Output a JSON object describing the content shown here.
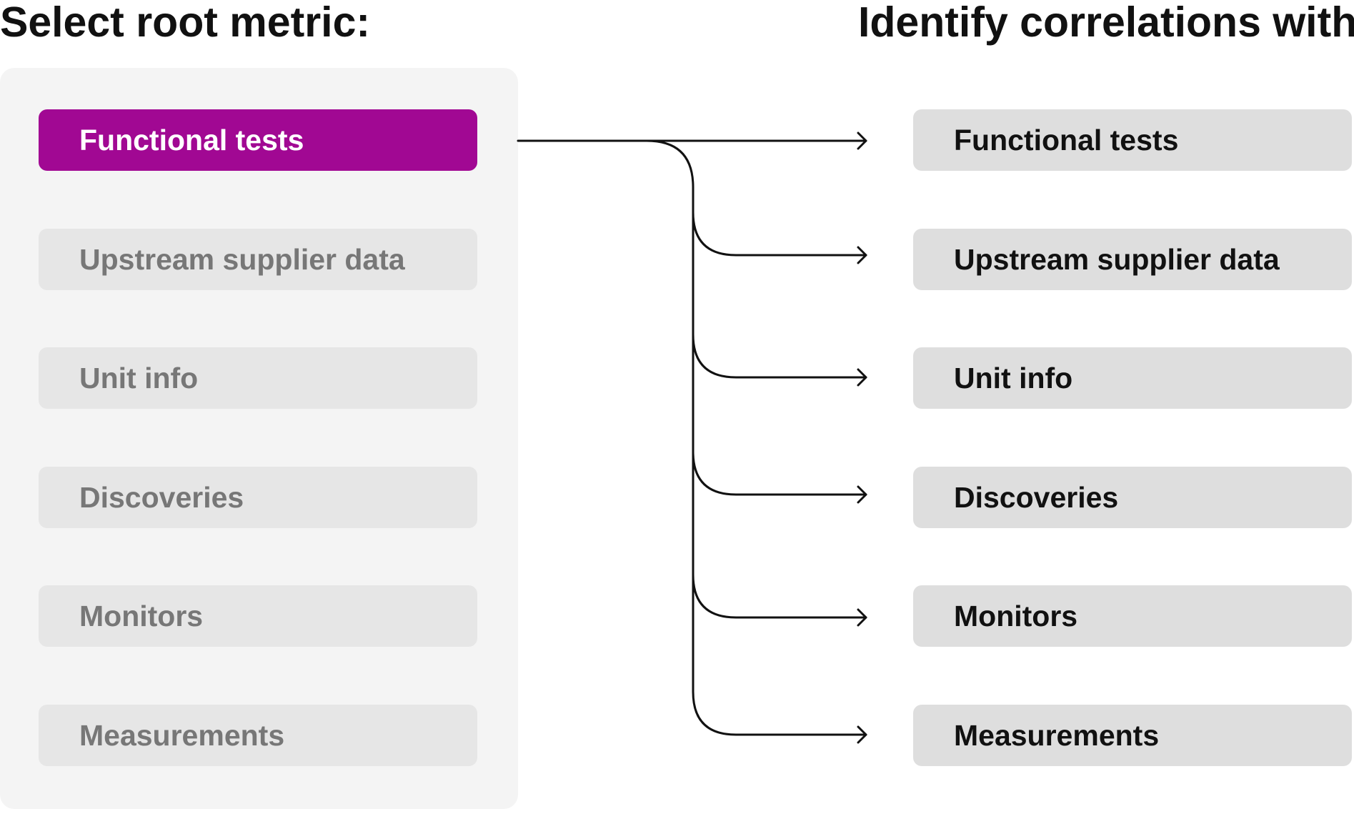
{
  "headings": {
    "root": "Select root metric:",
    "targets": "Identify correlations with:"
  },
  "root_metrics": {
    "items": [
      {
        "label": "Functional tests",
        "selected": true
      },
      {
        "label": "Upstream supplier data",
        "selected": false
      },
      {
        "label": "Unit info",
        "selected": false
      },
      {
        "label": "Discoveries",
        "selected": false
      },
      {
        "label": "Monitors",
        "selected": false
      },
      {
        "label": "Measurements",
        "selected": false
      }
    ]
  },
  "correlation_targets": {
    "items": [
      {
        "label": "Functional tests"
      },
      {
        "label": "Upstream supplier data"
      },
      {
        "label": "Unit info"
      },
      {
        "label": "Discoveries"
      },
      {
        "label": "Monitors"
      },
      {
        "label": "Measurements"
      }
    ]
  },
  "colors": {
    "selected_accent": "#a10893",
    "panel_background": "#f4f4f4",
    "pill_background": "#e6e6e6",
    "muted_text": "#777777",
    "connector": "#111111"
  }
}
